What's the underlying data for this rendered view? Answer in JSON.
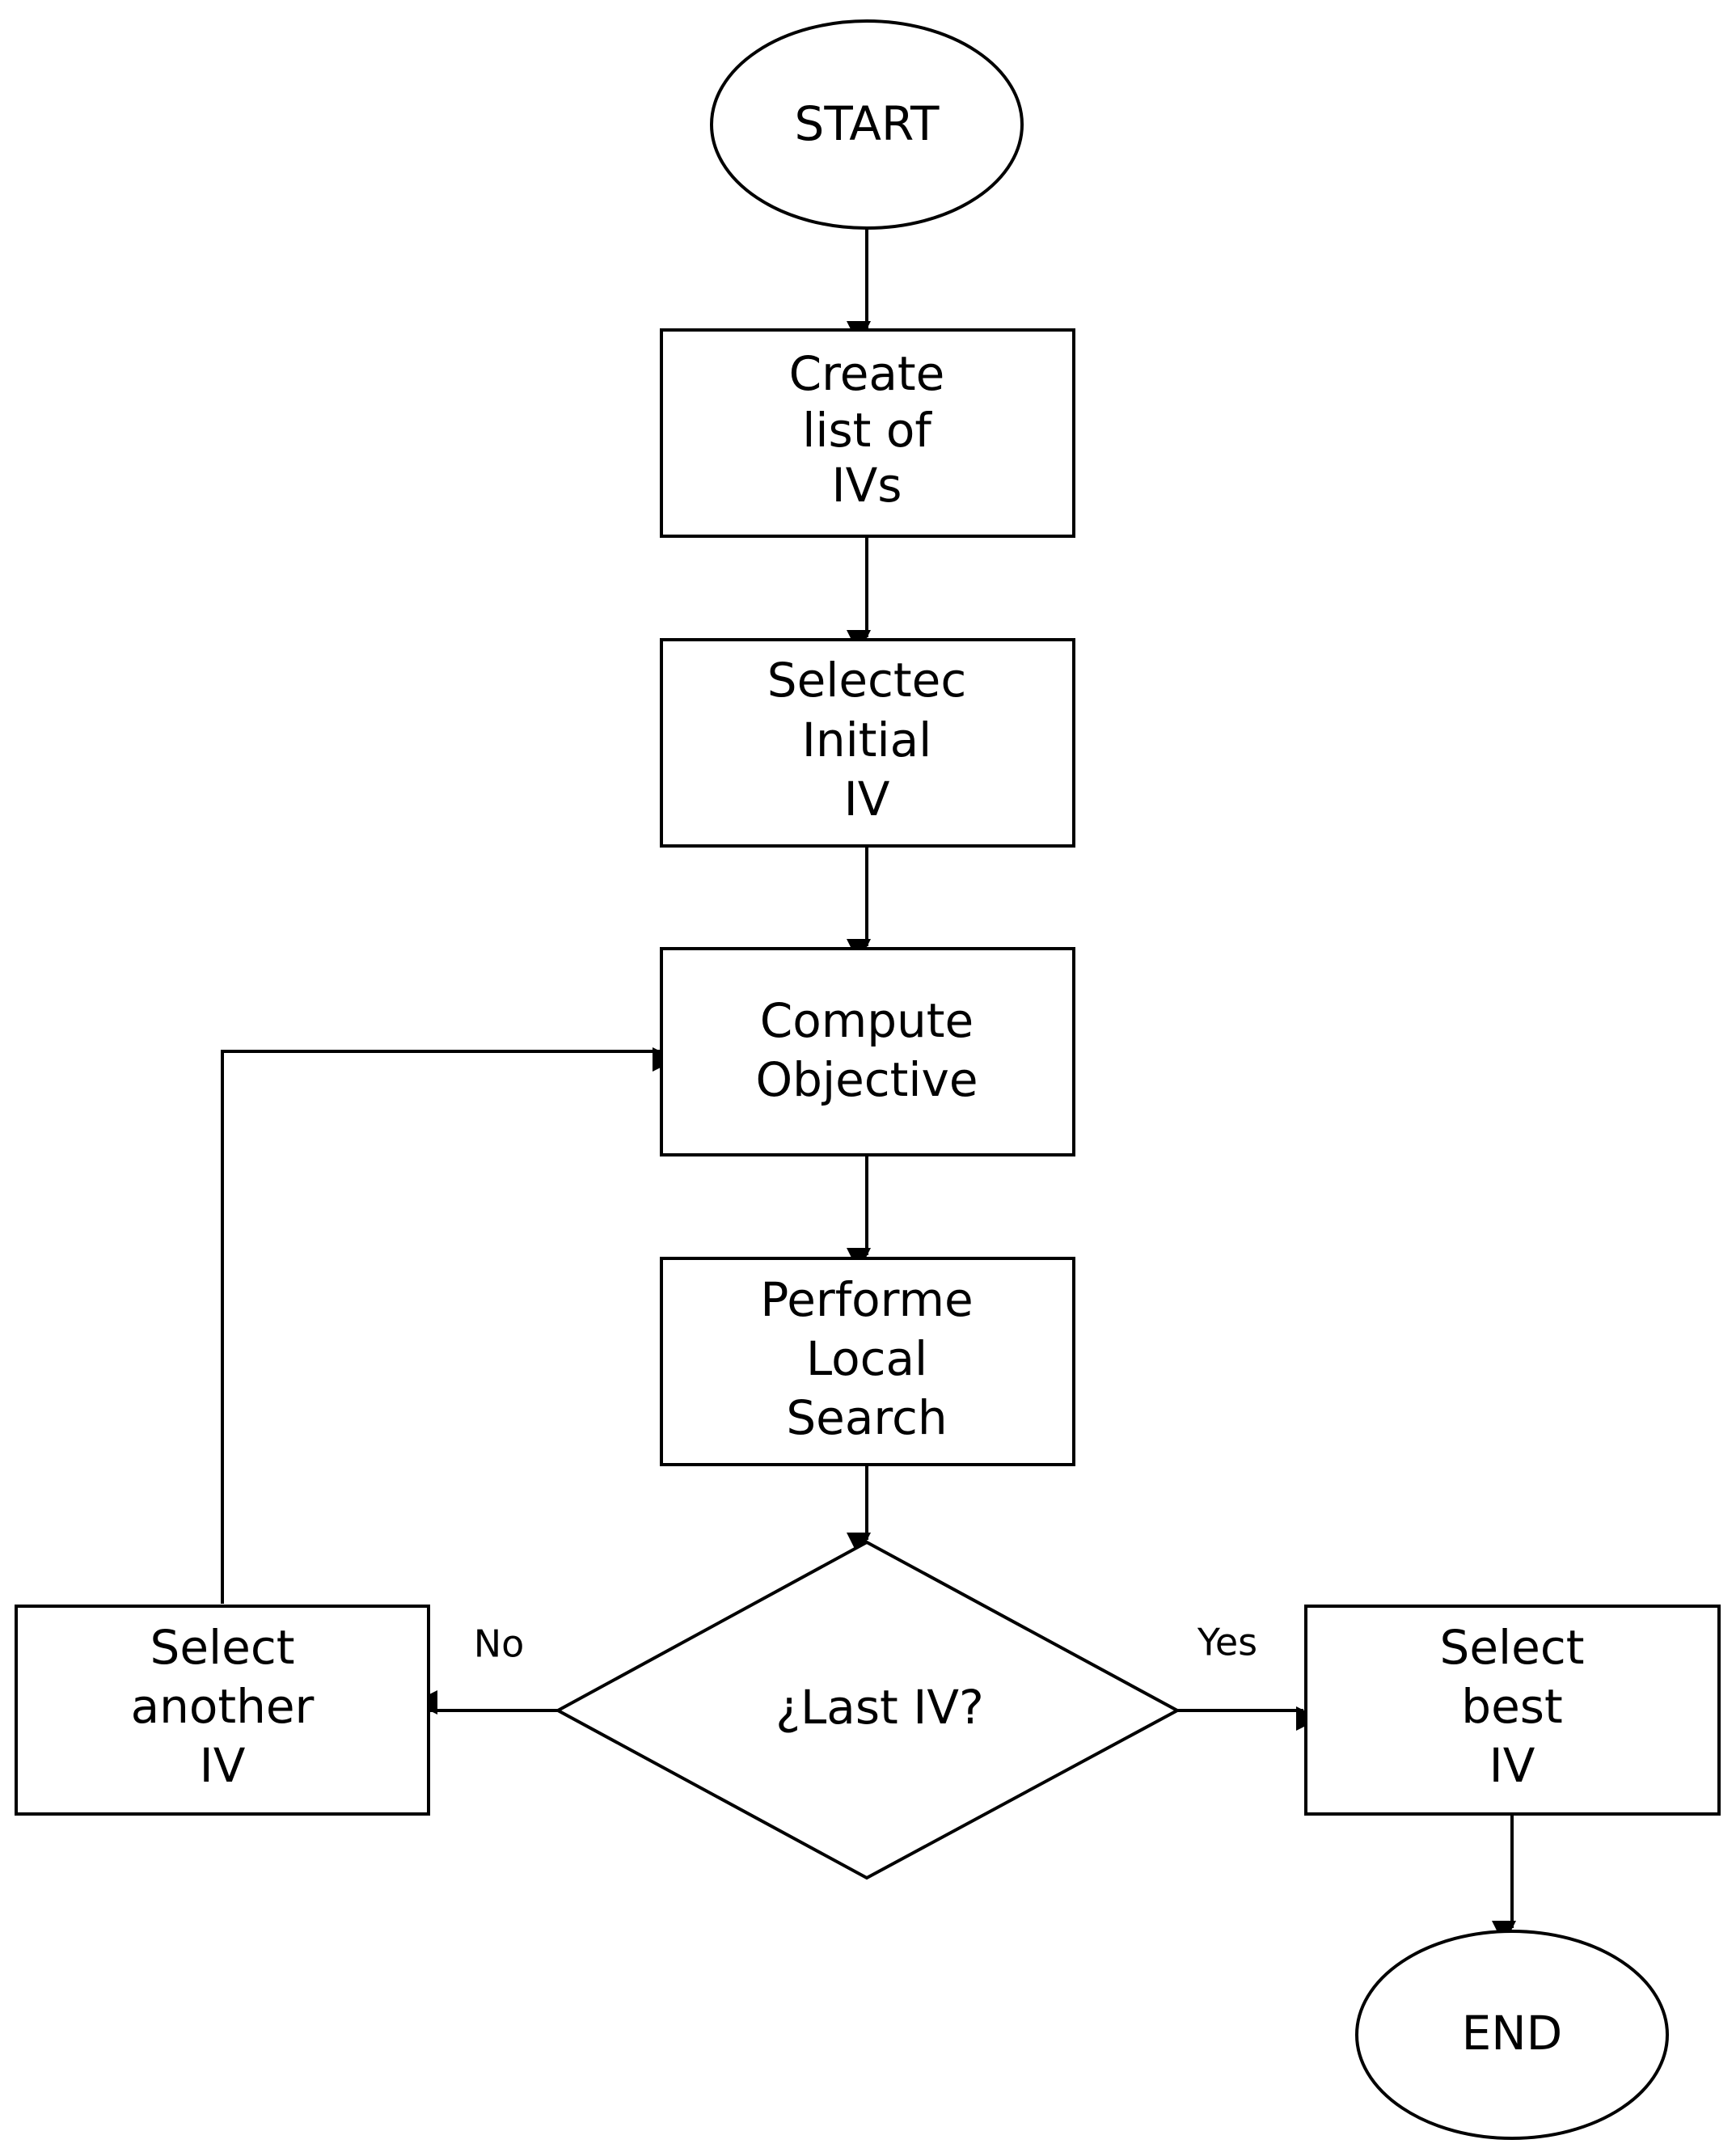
{
  "nodes": {
    "start": {
      "label": "START",
      "shape": "terminator"
    },
    "create_list": {
      "lines": [
        "Create",
        "list of",
        "IVs"
      ],
      "shape": "process"
    },
    "select_initial": {
      "lines": [
        "Selectec",
        "Initial",
        "IV"
      ],
      "shape": "process"
    },
    "compute_objective": {
      "lines": [
        "Compute",
        "Objective"
      ],
      "shape": "process"
    },
    "local_search": {
      "lines": [
        "Performe",
        "Local",
        "Search"
      ],
      "shape": "process"
    },
    "last_iv": {
      "label": "¿Last IV?",
      "shape": "decision"
    },
    "select_another": {
      "lines": [
        "Select",
        "another",
        "IV"
      ],
      "shape": "process"
    },
    "select_best": {
      "lines": [
        "Select",
        "best",
        "IV"
      ],
      "shape": "process"
    },
    "end": {
      "label": "END",
      "shape": "terminator"
    }
  },
  "edges": {
    "no_label": "No",
    "yes_label": "Yes"
  },
  "colors": {
    "stroke": "#000000",
    "fill": "#ffffff",
    "text": "#000000"
  }
}
